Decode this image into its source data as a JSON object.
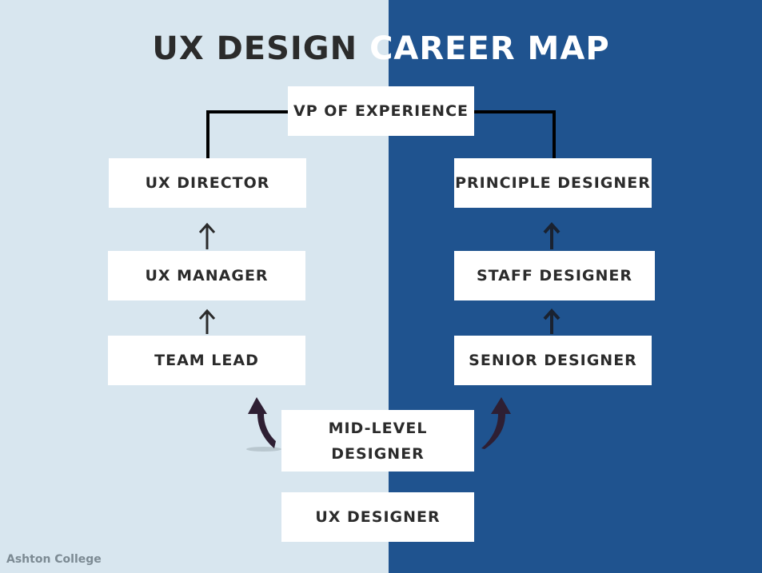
{
  "title": {
    "part1": "UX DESIGN",
    "part2": "CAREER MAP"
  },
  "nodes": {
    "vp": "VP OF EXPERIENCE",
    "ux_director": "UX DIRECTOR",
    "ux_manager": "UX MANAGER",
    "team_lead": "TEAM LEAD",
    "principle_designer": "PRINCIPLE DESIGNER",
    "staff_designer": "STAFF DESIGNER",
    "senior_designer": "SENIOR DESIGNER",
    "mid_level_line1": "MID-LEVEL",
    "mid_level_line2": "DESIGNER",
    "ux_designer": "UX DESIGNER"
  },
  "credit": "Ashton College",
  "colors": {
    "left_bg": "#d8e6ef",
    "right_bg": "#1f538f",
    "curved_arrow": "#2e1f33"
  }
}
